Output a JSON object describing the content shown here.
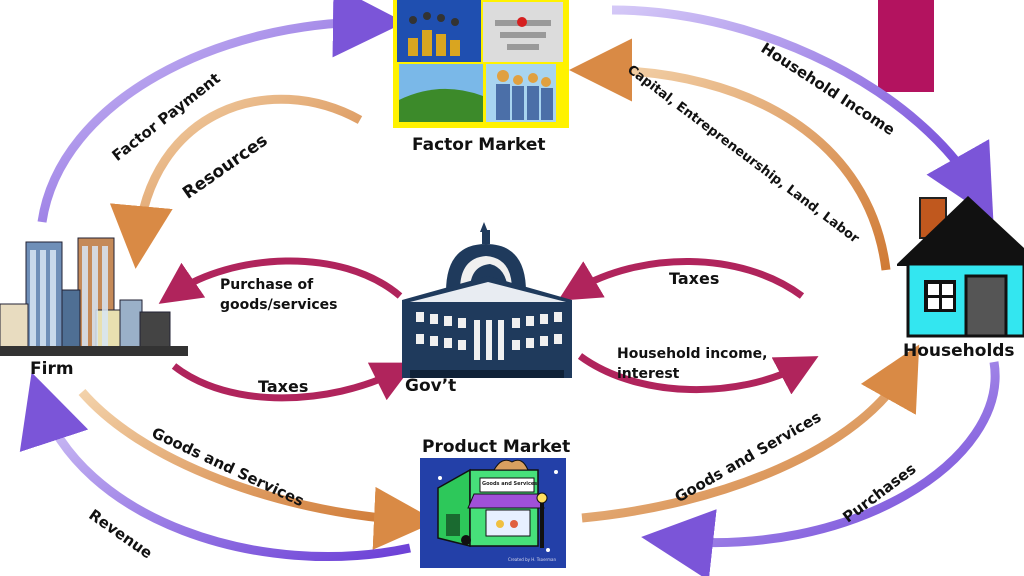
{
  "nodes": {
    "factor_market": "Factor Market",
    "product_market": "Product Market",
    "firm": "Firm",
    "households": "Households",
    "government": "Gov’t"
  },
  "flows": {
    "factor_payment": "Factor Payment",
    "resources": "Resources",
    "household_income": "Household Income",
    "factors": "Capital, Entrepreneurship, Land, Labor",
    "gov_purchase": "Purchase of goods/services",
    "gov_taxes_firm": "Taxes",
    "gov_taxes_households": "Taxes",
    "gov_household_income": "Household income, interest",
    "goods_services_firm": "Goods and Services",
    "revenue": "Revenue",
    "goods_services_households": "Goods and Services",
    "purchases": "Purchases"
  },
  "images": {
    "shop_sign": "Goods and Services",
    "shop_credit": "Created by H. Tsoerman"
  },
  "colors": {
    "money_flow": "#8b6be0",
    "real_flow": "#e39a52",
    "gov_flow": "#b0245c",
    "house_wall": "#33e6f0",
    "accent_bar": "#b3135f",
    "gov_building": "#1f3a5c"
  }
}
